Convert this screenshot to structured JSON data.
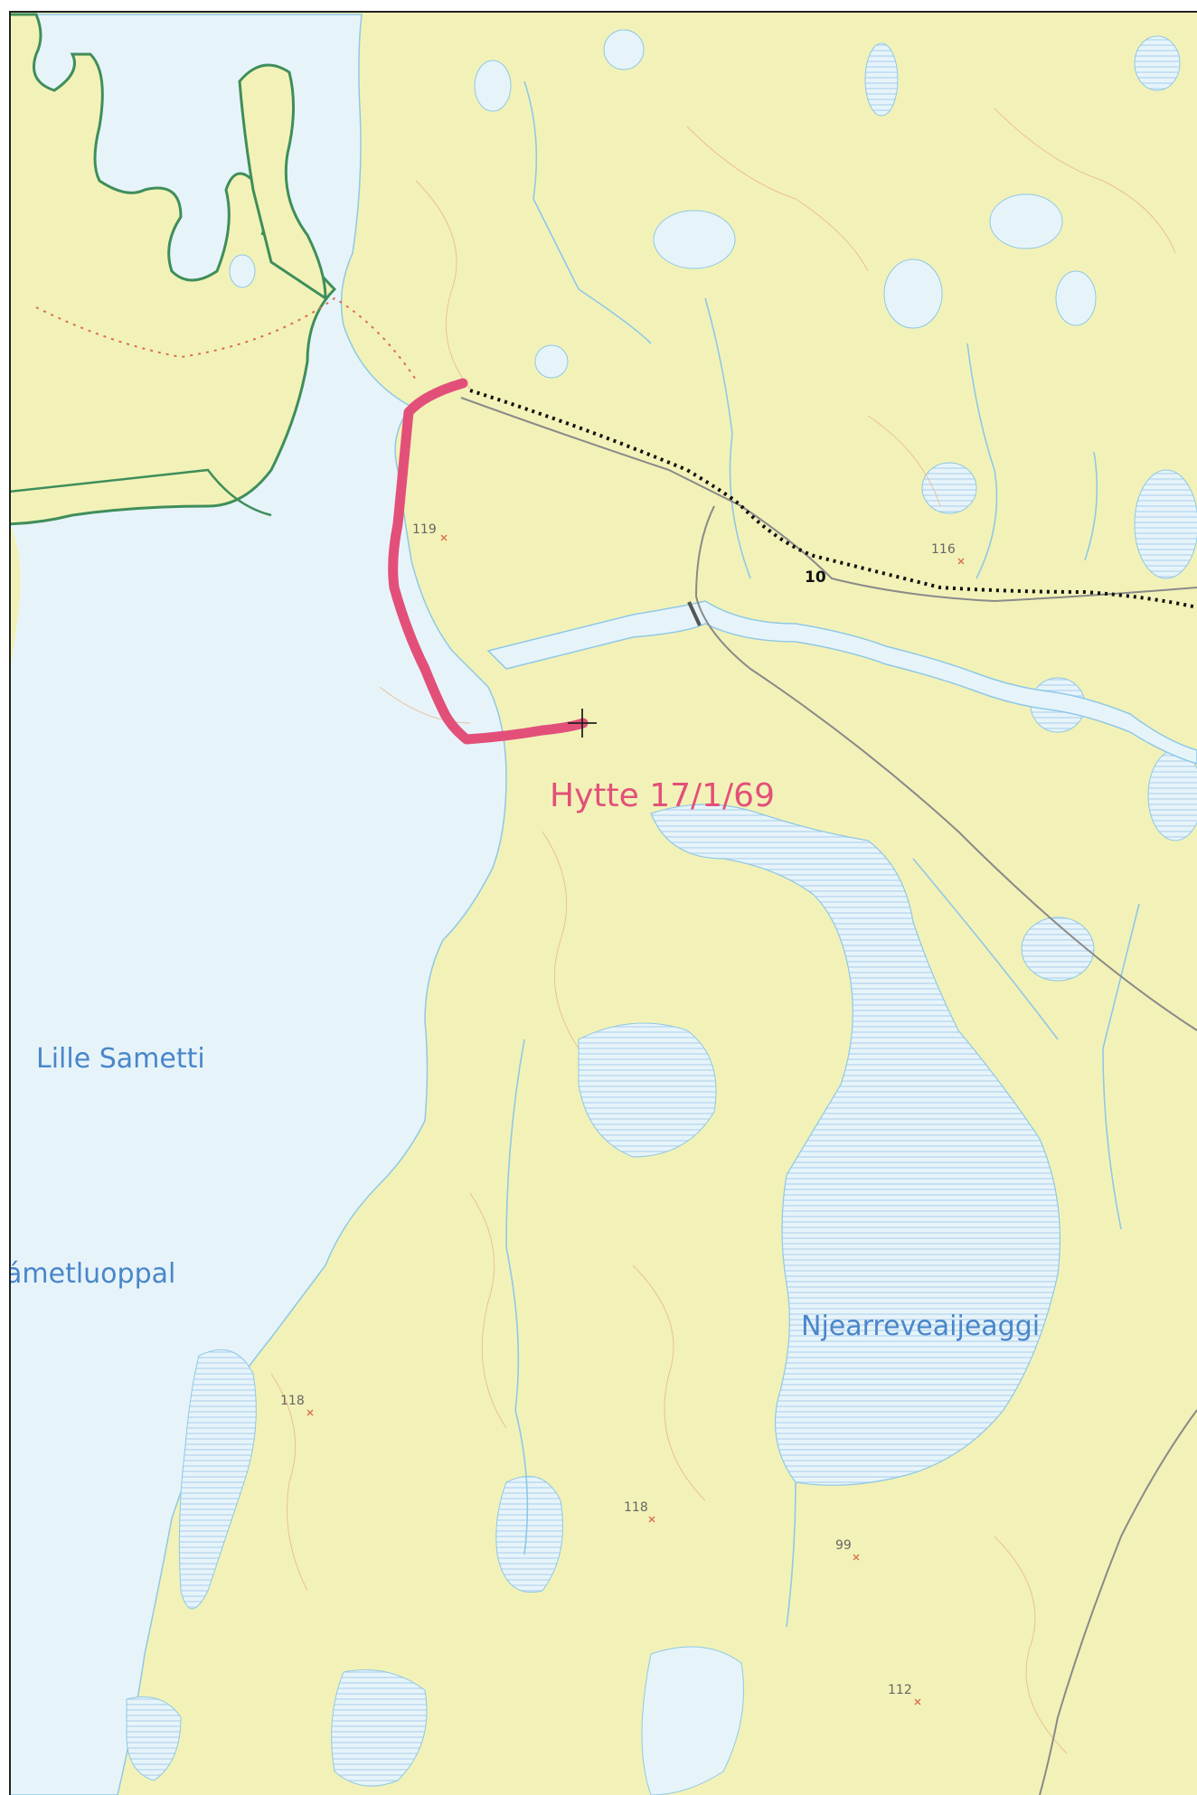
{
  "map": {
    "colors": {
      "land": "#f2f2b8",
      "water": "#e6f4fa",
      "wetland_hatch": "#bcd7ee",
      "stream": "#8fc8e6",
      "contour": "#e8b080",
      "route": "#e2507a",
      "border_green": "#3f8e5a",
      "road_gray": "#8a8a8a",
      "track_black": "#111111"
    },
    "labels": {
      "lake_1": "Lille Sametti",
      "lake_2": "ámetluoppal",
      "lake_3": "Njearreveaijeaggi",
      "route_annotation": "Hytte 17/1/69",
      "road_number": "10"
    },
    "elevations": [
      "119",
      "116",
      "118",
      "118",
      "99",
      "112"
    ]
  }
}
